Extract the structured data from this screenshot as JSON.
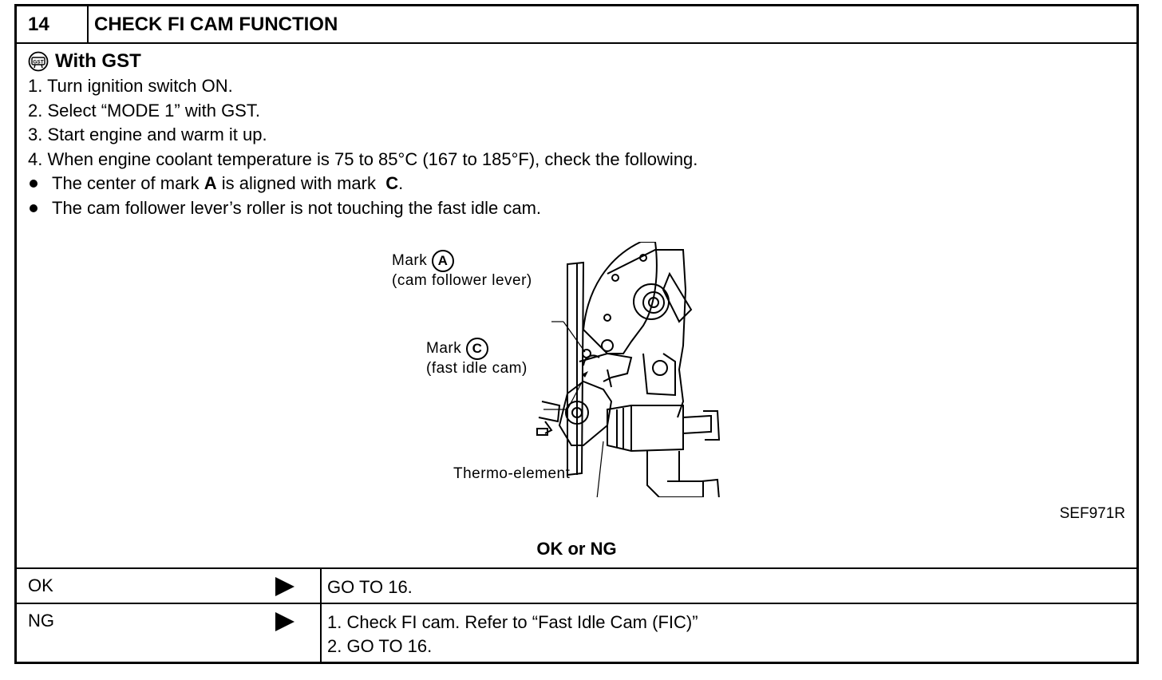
{
  "header": {
    "number": "14",
    "title": "CHECK FI CAM FUNCTION"
  },
  "gst": {
    "icon": "gst-icon",
    "label": "With GST"
  },
  "steps": [
    "1.  Turn ignition switch ON.",
    "2.  Select “MODE 1” with GST.",
    "3.  Start engine and warm it up.",
    "4.  When engine coolant temperature is 75 to 85°C (167 to 185°F), check the following."
  ],
  "bullets": [
    {
      "pre": "The center of mark ",
      "mark1": "A",
      "mid": " is aligned with mark ",
      "mark2": "C",
      "post": "."
    },
    {
      "text": "The cam follower lever’s roller is not touching the fast idle cam."
    }
  ],
  "figure": {
    "label_mark_a": "Mark",
    "mark_a_letter": "A",
    "label_mark_a_desc": "(cam follower lever)",
    "label_mark_c": "Mark",
    "mark_c_letter": "C",
    "label_mark_c_desc": "(fast idle cam)",
    "label_thermo": "Thermo-element",
    "code": "SEF971R"
  },
  "result_heading": "OK or NG",
  "results": [
    {
      "label": "OK",
      "lines": [
        "GO TO 16."
      ]
    },
    {
      "label": "NG",
      "lines": [
        "1.  Check FI cam. Refer to “Fast Idle Cam (FIC)”",
        "2.  GO TO 16."
      ]
    }
  ]
}
